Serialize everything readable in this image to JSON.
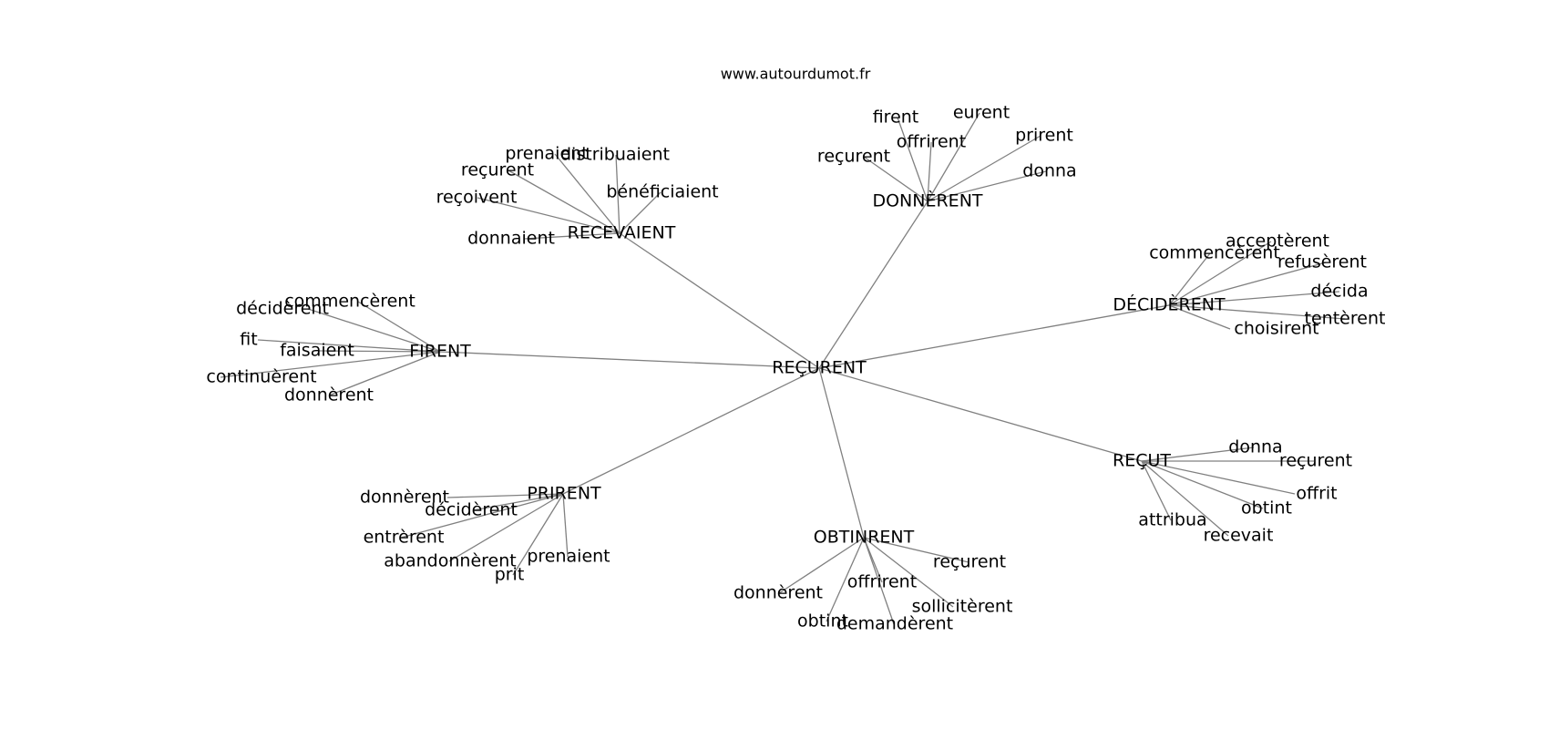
{
  "site": "www.autourdumot.fr",
  "colors": {
    "edge": "#808080",
    "text": "#000000",
    "background": "#ffffff"
  },
  "root": "REÇURENT",
  "clusters": [
    {
      "label": "DONNÈRENT",
      "leaves": [
        "firent",
        "eurent",
        "offrirent",
        "prirent",
        "reçurent",
        "donna"
      ]
    },
    {
      "label": "RECEVAIENT",
      "leaves": [
        "prenaient",
        "distribuaient",
        "reçurent",
        "bénéficiaient",
        "reçoivent",
        "donnaient"
      ]
    },
    {
      "label": "DÉCIDÈRENT",
      "leaves": [
        "acceptèrent",
        "commencèrent",
        "refusèrent",
        "décida",
        "tentèrent",
        "choisirent"
      ]
    },
    {
      "label": "FIRENT",
      "leaves": [
        "commencèrent",
        "décidèrent",
        "fit",
        "faisaient",
        "continuèrent",
        "donnèrent"
      ]
    },
    {
      "label": "REÇUT",
      "leaves": [
        "donna",
        "reçurent",
        "offrit",
        "obtint",
        "attribua",
        "recevait"
      ]
    },
    {
      "label": "PRIRENT",
      "leaves": [
        "donnèrent",
        "décidèrent",
        "entrèrent",
        "abandonnèrent",
        "prenaient",
        "prit"
      ]
    },
    {
      "label": "OBTINRENT",
      "leaves": [
        "reçurent",
        "offrirent",
        "donnèrent",
        "sollicitèrent",
        "obtint",
        "demandèrent"
      ]
    }
  ]
}
